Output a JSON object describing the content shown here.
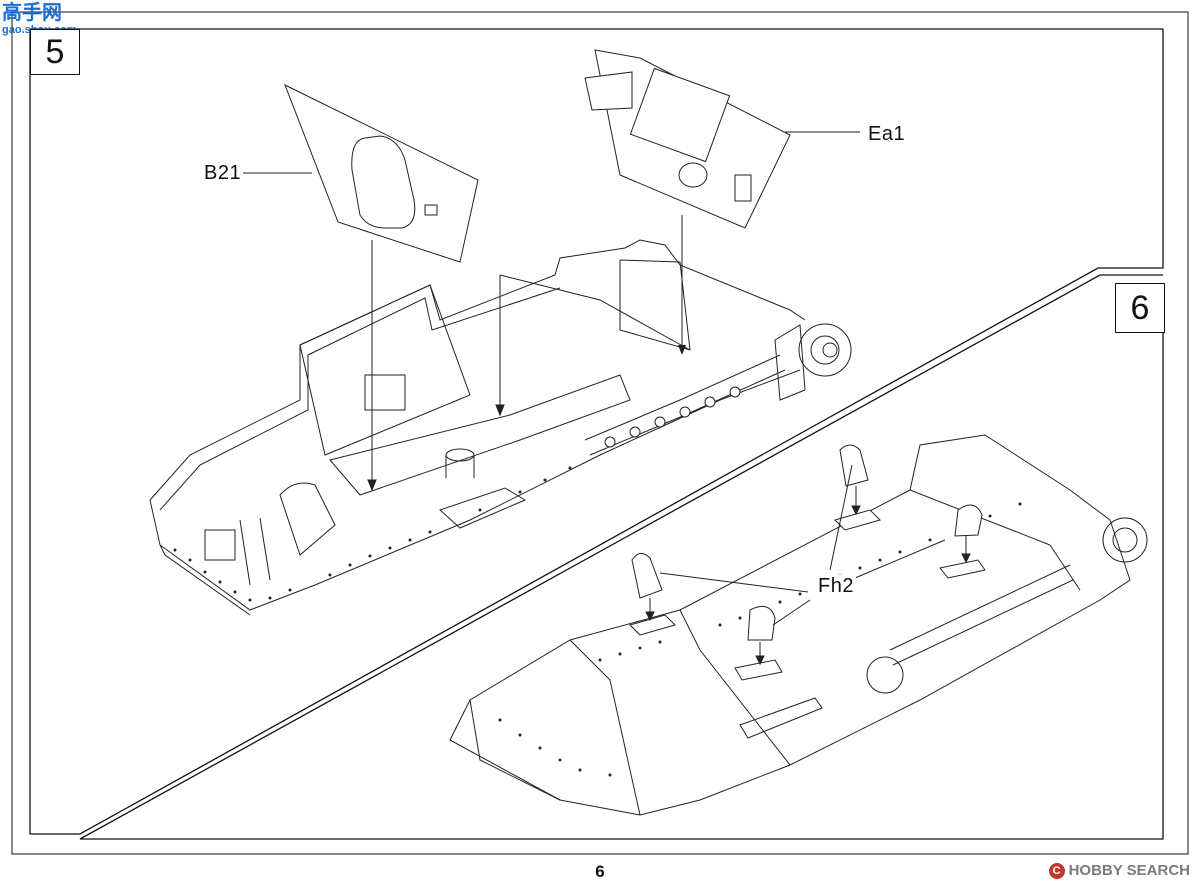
{
  "steps": {
    "step5": "5",
    "step6": "6"
  },
  "parts": {
    "b21": "B21",
    "ea1": "Ea1",
    "fh2": "Fh2"
  },
  "page": {
    "number": "6"
  },
  "watermarks": {
    "top_left_chars": "高手网",
    "top_left_url": "gao.shou.com",
    "bottom_right": "HOBBY SEARCH",
    "bottom_right_logo": "C"
  },
  "colors": {
    "line": "#111111",
    "watermark_blue": "#1a6fd0",
    "watermark_gray": "#7a7a7a"
  }
}
